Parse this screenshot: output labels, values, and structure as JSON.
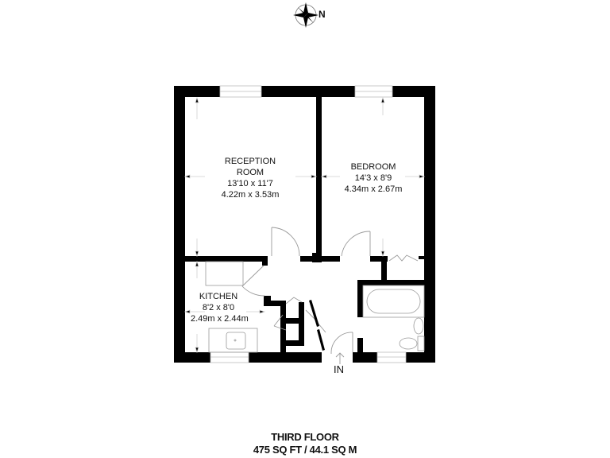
{
  "compass": {
    "icon": "compass-rose-icon",
    "label": "N"
  },
  "rooms": [
    {
      "name": "RECEPTION\nROOM",
      "line1": "RECEPTION",
      "line2": "ROOM",
      "imperial": "13'10 x 11'7",
      "metric": "4.22m x 3.53m"
    },
    {
      "name": "BEDROOM",
      "line1": "BEDROOM",
      "imperial": "14'3 x 8'9",
      "metric": "4.34m x 2.67m"
    },
    {
      "name": "KITCHEN",
      "line1": "KITCHEN",
      "imperial": "8'2 x 8'0",
      "metric": "2.49m x 2.44m"
    }
  ],
  "entrance": {
    "label": "IN",
    "icon": "entry-arrow-icon"
  },
  "footer": {
    "floor": "THIRD FLOOR",
    "area": "475 SQ FT / 44.1 SQ M"
  },
  "colors": {
    "wall": "#000000",
    "fixture": "#9a9a9a",
    "background": "#ffffff"
  }
}
